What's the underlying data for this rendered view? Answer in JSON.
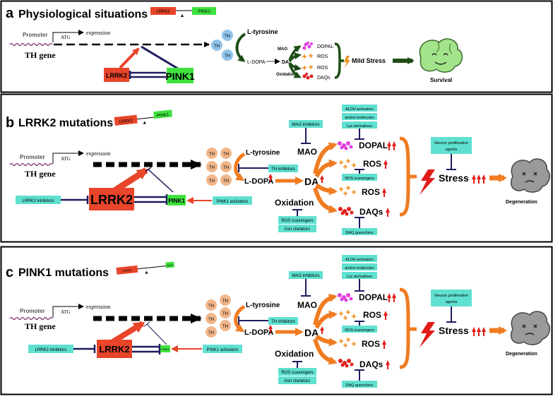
{
  "panels": [
    {
      "letter": "a",
      "title": "Physiological situations",
      "header_gene1": "LRRK2",
      "header_gene2": "PINK1",
      "promoter": "Promoter",
      "atg": "ATG",
      "expression": "expression",
      "gene": "TH gene",
      "lrrk2": "LRRK2",
      "pink1": "PINK1",
      "th": "TH",
      "l_tyrosine": "L-tyrosine",
      "l_dopa": "L-DOPA",
      "da": "DA",
      "mao": "MAO",
      "oxidation": "Oxidation",
      "dopal": "DOPAL",
      "ros": "ROS",
      "daqs": "DAQs",
      "stress": "Mild Stress",
      "outcome": "Survival"
    },
    {
      "letter": "b",
      "title": "LRRK2 mutations",
      "header_gene1": "LRRK2",
      "header_gene2": "PINK1",
      "promoter": "Promoter",
      "atg": "ATG",
      "expression": "expression",
      "gene": "TH gene",
      "lrrk2": "LRRK2",
      "pink1": "PINK1",
      "th": "TH",
      "l_tyrosine": "L-tyrosine",
      "l_dopa": "L-DOPA",
      "da": "DA",
      "mao": "MAO",
      "oxidation": "Oxidation",
      "dopal": "DOPAL",
      "ros": "ROS",
      "daqs": "DAQs",
      "stress": "Stress",
      "outcome": "Degeneration",
      "lrrk2_inhibitors": "LRRK2 inhibitors",
      "pink1_activators": "PINK1 activators",
      "th_inhibitors": "TH inhibitors",
      "mao_inhibitors": "MAO inhibitors",
      "aldh_activators": "ALDH activators",
      "amino_molecules": "amino-molecules",
      "lys_derivatives": "Lys derivatives",
      "ros_scavengers": "ROS scavengers",
      "iron_chelators": "Iron chelators",
      "daq_quenchers": "DAQ quenchers",
      "neuron_agents": [
        "Neuron proliferative",
        "agents"
      ]
    },
    {
      "letter": "c",
      "title": "PINK1 mutations",
      "header_gene1": "LRRK2",
      "header_gene2": "PINK1",
      "promoter": "Promoter",
      "atg": "ATG",
      "expression": "expression",
      "gene": "TH gene",
      "lrrk2": "LRRK2",
      "pink1": "PINK1",
      "th": "TH",
      "l_tyrosine": "L-tyrosine",
      "l_dopa": "L-DOPA",
      "da": "DA",
      "mao": "MAO",
      "oxidation": "Oxidation",
      "dopal": "DOPAL",
      "ros": "ROS",
      "daqs": "DAQs",
      "stress": "Stress",
      "outcome": "Degeneration",
      "lrrk2_inhibitors": "LRRK2 inhibitors",
      "pink1_activators": "PINK1 activators",
      "th_inhibitors": "TH inhibitors",
      "mao_inhibitors": "MAO inhibitors",
      "aldh_activators": "ALDH activators",
      "amino_molecules": "amino-molecules",
      "lys_derivatives": "Lys derivatives",
      "ros_scavengers": "ROS scavengers",
      "iron_chelators": "Iron chelators",
      "daq_quenchers": "DAQ quenchers",
      "neuron_agents": [
        "Neuron proliferative",
        "agents"
      ]
    }
  ],
  "colors": {
    "lrrk2": "#e8452a",
    "pink1": "#3ee23e",
    "inhibit": "#1c1c5e",
    "th_circle_a": "#8fc3ea",
    "th_circle": "#f0b68a",
    "orange": "#f07c22",
    "dark_green": "#1e4d16",
    "cyan": "#5fe0d0",
    "dopal": "#e040e0",
    "ros": "#f09020",
    "daqs": "#e02020",
    "up_arrow": "#e21b1b"
  }
}
